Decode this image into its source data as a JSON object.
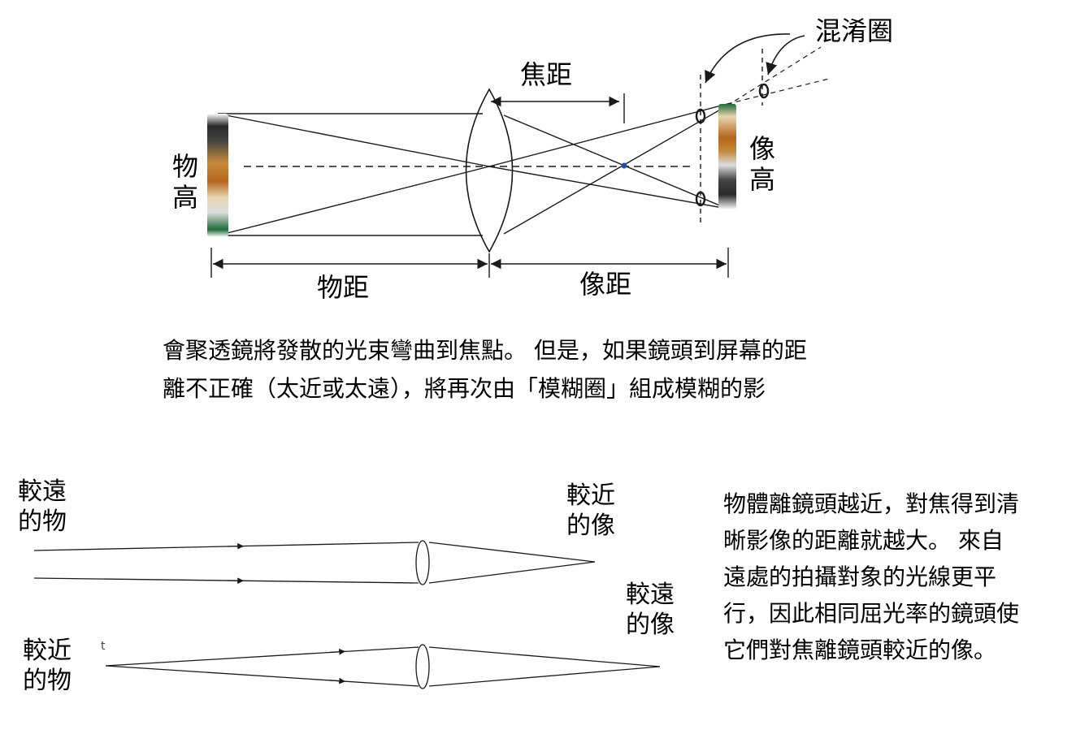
{
  "top_diagram": {
    "focal_length_label": "焦距",
    "circle_of_confusion_label": "混淆圈",
    "object_height_label": "物高",
    "image_height_label": "像高",
    "object_distance_label": "物距",
    "image_distance_label": "像距"
  },
  "caption": {
    "line1": "會聚透鏡將發散的光束彎曲到焦點。 但是，如果鏡頭到屏幕的距",
    "line2": "離不正確（太近或太遠），將再次由「模糊圈」組成模糊的影"
  },
  "bottom_diagram": {
    "far_object_label": "較遠\n的物",
    "near_image_label": "較近\n的像",
    "far_image_label": "較遠\n的像",
    "near_object_label": "較近\n的物",
    "stray_mark": "t"
  },
  "explanation": {
    "lines": [
      "物體離鏡頭越近，對焦得到清",
      "晰影像的距離就越大。 來自",
      "遠處的拍攝對象的光線更平",
      "行，因此相同屈光率的鏡頭使",
      "它們對焦離鏡頭較近的像。"
    ]
  },
  "colors": {
    "line": "#1a1a1a",
    "focus_dot": "#1f4fa8",
    "object_brown": "#b5651d",
    "object_dark": "#2b2b2b",
    "object_green": "#1f6b3a"
  }
}
